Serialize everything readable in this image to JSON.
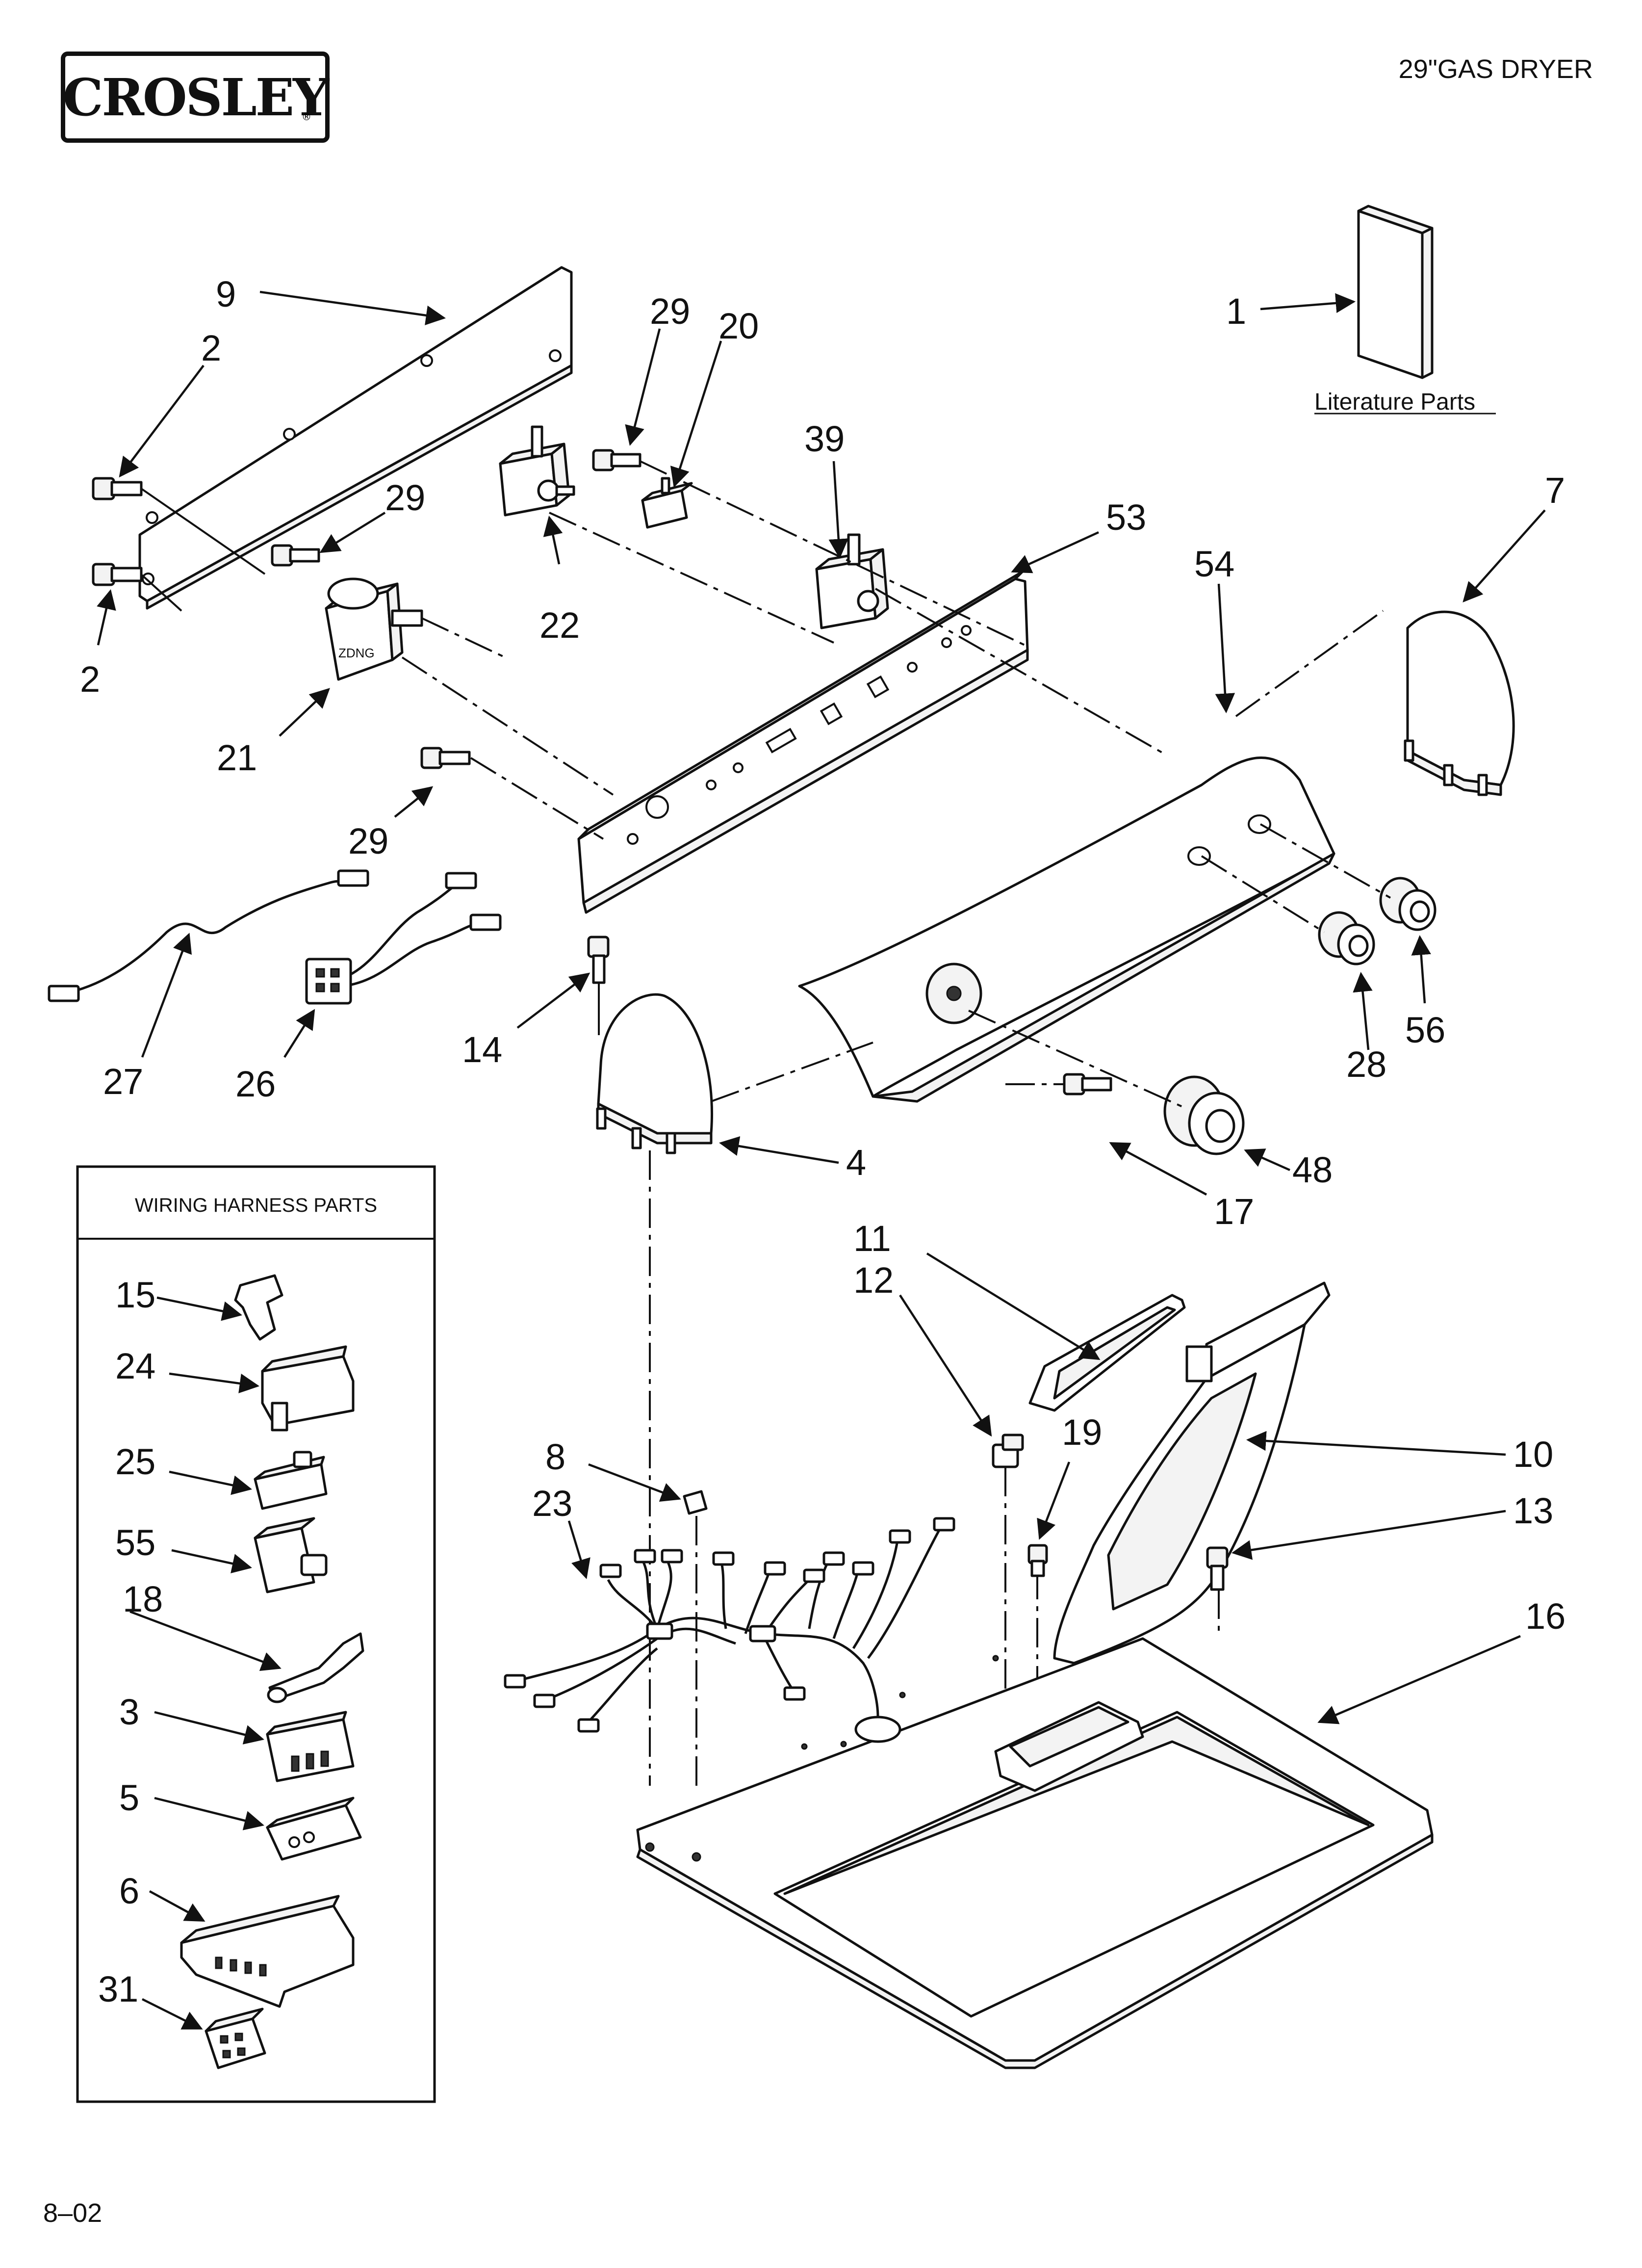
{
  "brand": {
    "logo_text": "CROSLEY",
    "registered_mark": "®"
  },
  "header": {
    "model_title": "29\"GAS DRYER"
  },
  "footer": {
    "page_code": "8–02"
  },
  "literature": {
    "caption": "Literature Parts"
  },
  "wiring_box": {
    "title": "WIRING HARNESS PARTS"
  },
  "callouts": {
    "c1": "1",
    "c2a": "2",
    "c2b": "2",
    "c3": "3",
    "c4": "4",
    "c5": "5",
    "c6": "6",
    "c7": "7",
    "c8": "8",
    "c9": "9",
    "c10": "10",
    "c11": "11",
    "c12": "12",
    "c13": "13",
    "c14": "14",
    "c15": "15",
    "c16": "16",
    "c17": "17",
    "c18": "18",
    "c19": "19",
    "c20": "20",
    "c21": "21",
    "c22": "22",
    "c23": "23",
    "c24": "24",
    "c25": "25",
    "c26": "26",
    "c27": "27",
    "c28": "28",
    "c29a": "29",
    "c29b": "29",
    "c29c": "29",
    "c31": "31",
    "c39": "39",
    "c48": "48",
    "c53": "53",
    "c54": "54",
    "c55": "55",
    "c56": "56"
  }
}
